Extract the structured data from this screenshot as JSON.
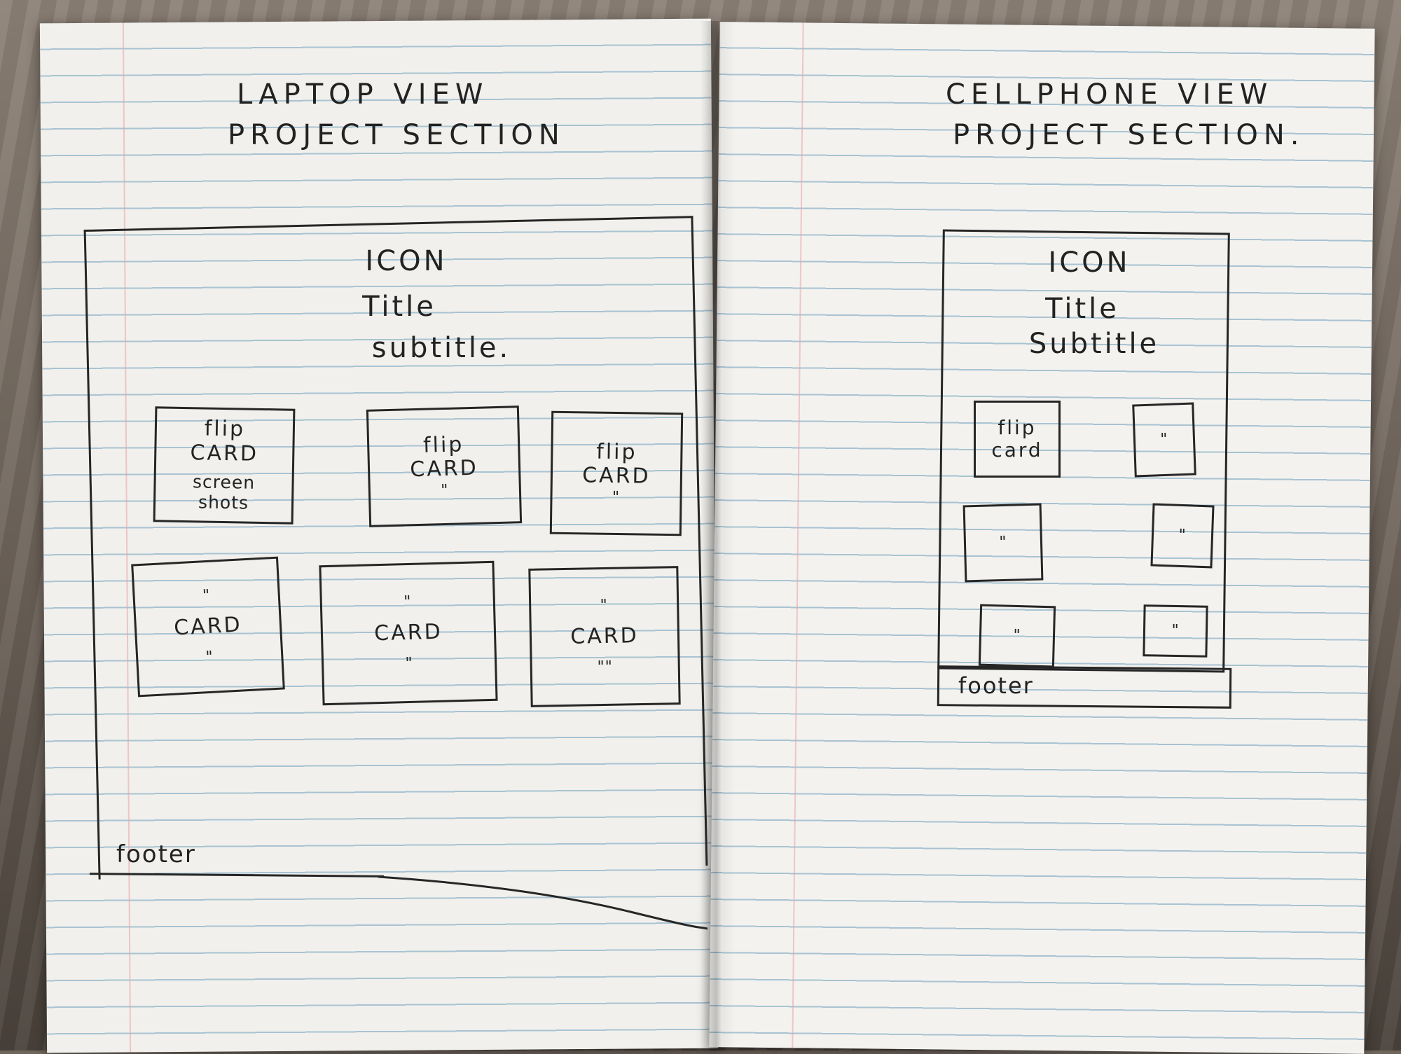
{
  "laptop": {
    "heading_line1": "LAPTOP VIEW",
    "heading_line2": "PROJECT SECTION",
    "icon_label": "ICON",
    "title_label": "Title",
    "subtitle_label": "subtitle.",
    "cards": [
      {
        "line1": "flip",
        "line2": "CARD",
        "line3": "screen",
        "line4": "shots"
      },
      {
        "line1": "flip",
        "line2": "CARD",
        "line3": "\""
      },
      {
        "line1": "flip",
        "line2": "CARD",
        "line3": "\""
      },
      {
        "line1": "\"",
        "line2": "CARD",
        "line3": "\""
      },
      {
        "line1": "\"",
        "line2": "CARD",
        "line3": "\""
      },
      {
        "line1": "\"",
        "line2": "CARD",
        "line3": "\"\""
      }
    ],
    "footer_label": "footer"
  },
  "cellphone": {
    "heading_line1": "CELLPHONE VIEW",
    "heading_line2": "PROJECT SECTION.",
    "icon_label": "ICON",
    "title_label": "Title",
    "subtitle_label": "Subtitle",
    "cards": [
      {
        "line1": "flip",
        "line2": "card"
      },
      {
        "line1": "\""
      },
      {
        "line1": "\""
      },
      {
        "line1": "\""
      },
      {
        "line1": "\""
      },
      {
        "line1": "\""
      }
    ],
    "footer_label": "footer"
  },
  "colors": {
    "ink": "#262626",
    "paper": "#f1f0ec",
    "rule": "#a9c3d2",
    "margin": "#e8a3a8"
  }
}
